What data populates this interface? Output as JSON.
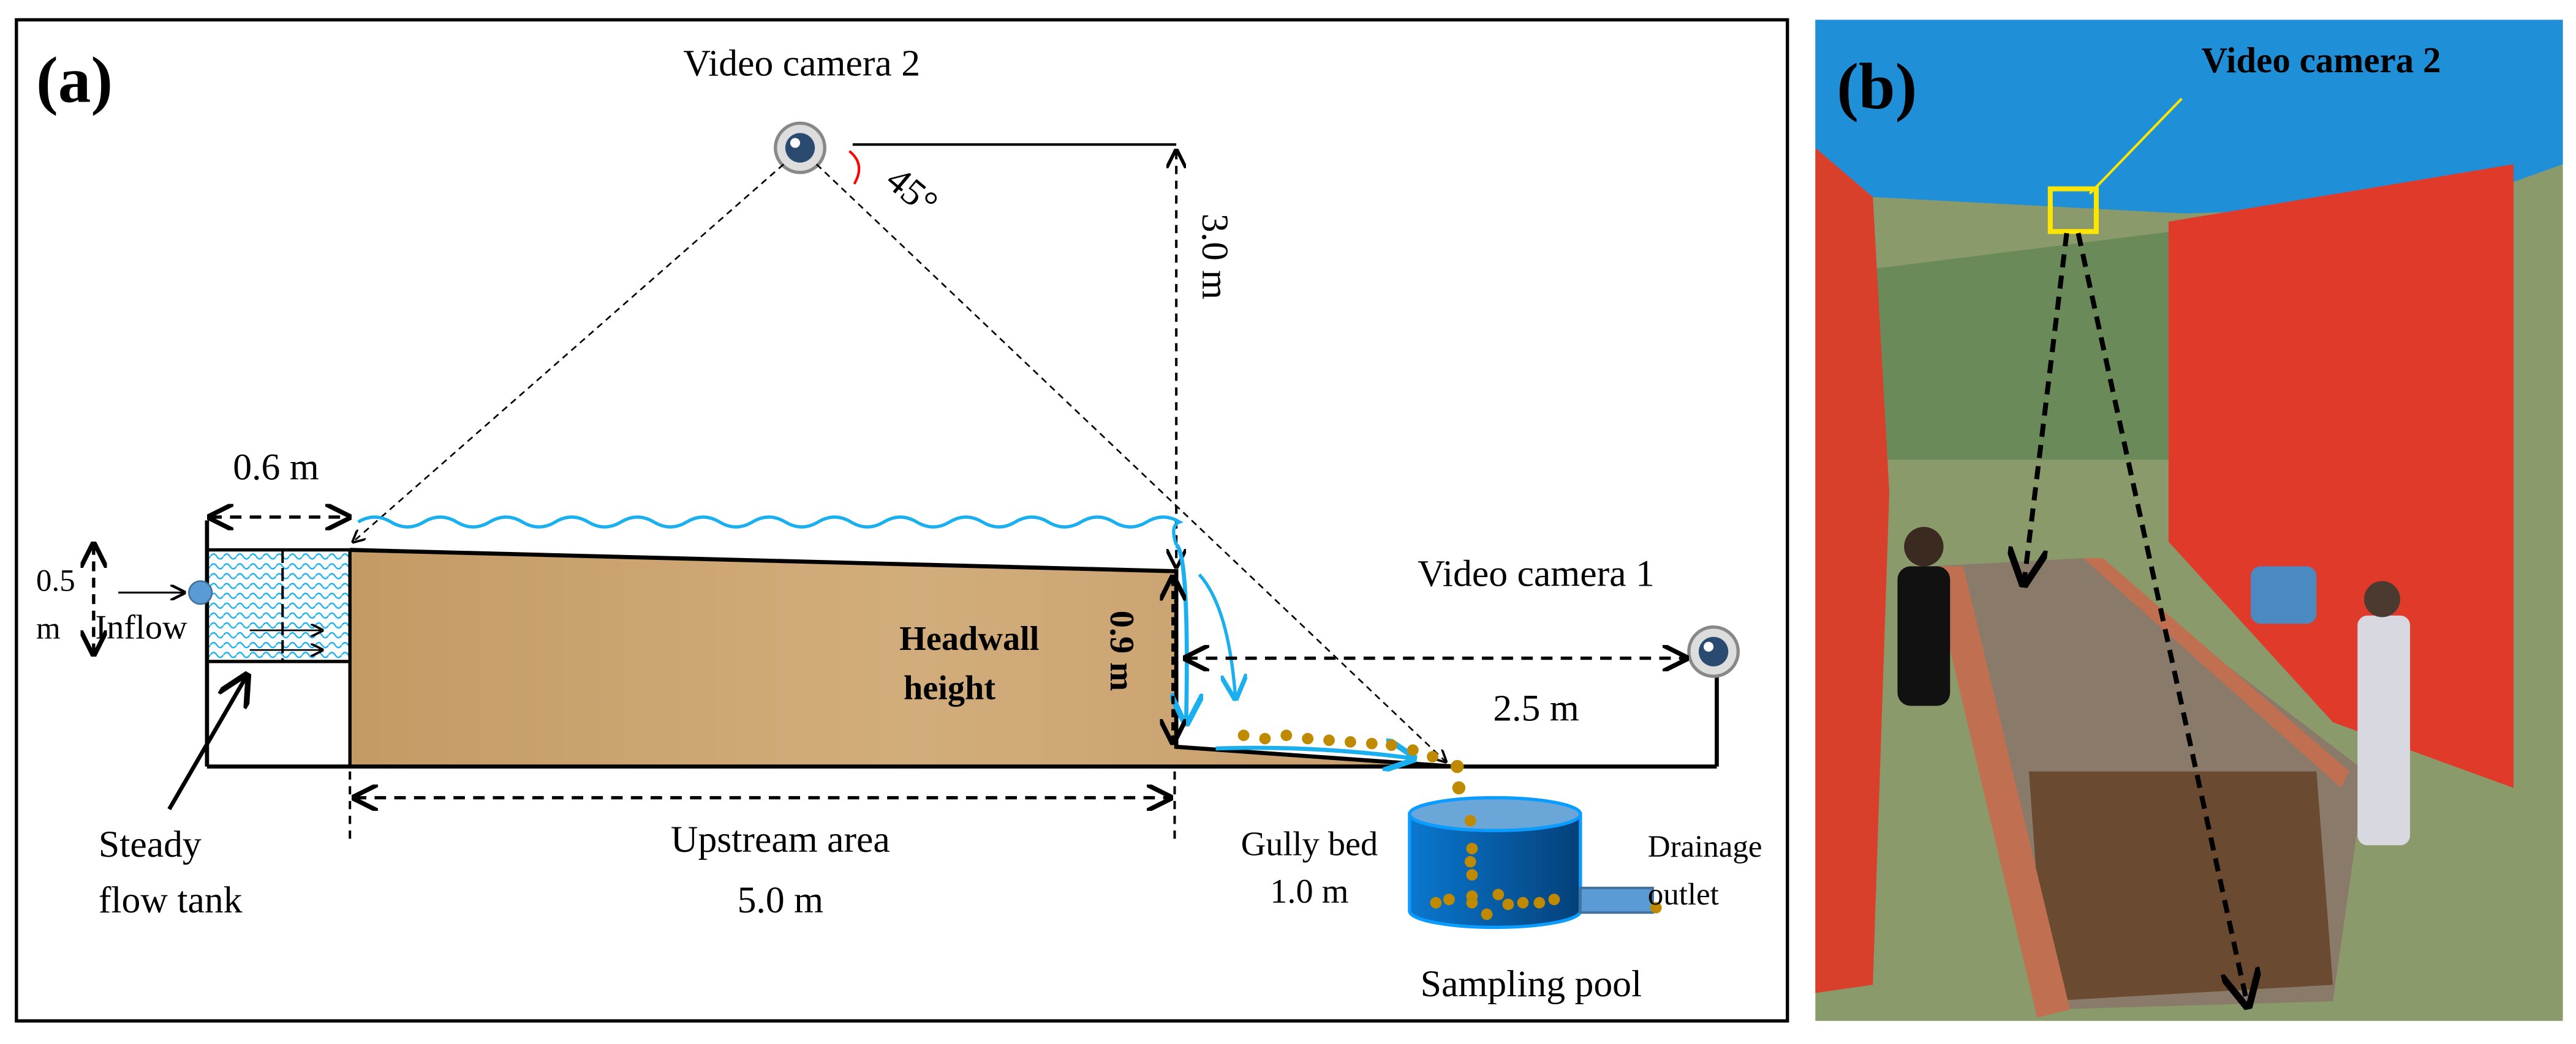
{
  "panel_a": {
    "label": "(a)",
    "video_camera_2": "Video camera 2",
    "video_camera_1": "Video camera 1",
    "angle": "45°",
    "height_3": "3.0 m",
    "tank_width": "0.6 m",
    "tank_height_line1": "0.5",
    "tank_height_line2": "m",
    "inflow": "Inflow",
    "steady_line1": "Steady",
    "steady_line2": "flow tank",
    "headwall_line1": "Headwall",
    "headwall_line2": "height",
    "headwall_value": "0.9 m",
    "upstream_line1": "Upstream area",
    "upstream_line2": "5.0 m",
    "gully_line1": "Gully bed",
    "gully_line2": "1.0 m",
    "camera1_distance": "2.5 m",
    "drainage_line1": "Drainage",
    "drainage_line2": "outlet",
    "sampling_pool": "Sampling pool",
    "colors": {
      "water": "#1ab0f0",
      "soil": "#c8a070",
      "sediment": "#c08a00",
      "pool": "#0a6cc0",
      "inflow_dot": "#5b9bd5"
    }
  },
  "panel_b": {
    "label": "(b)",
    "video_camera_2": "Video camera 2",
    "colors": {
      "tent": "#1f8fd8",
      "curtain": "#e03a2a",
      "marker": "#ffe600"
    }
  }
}
